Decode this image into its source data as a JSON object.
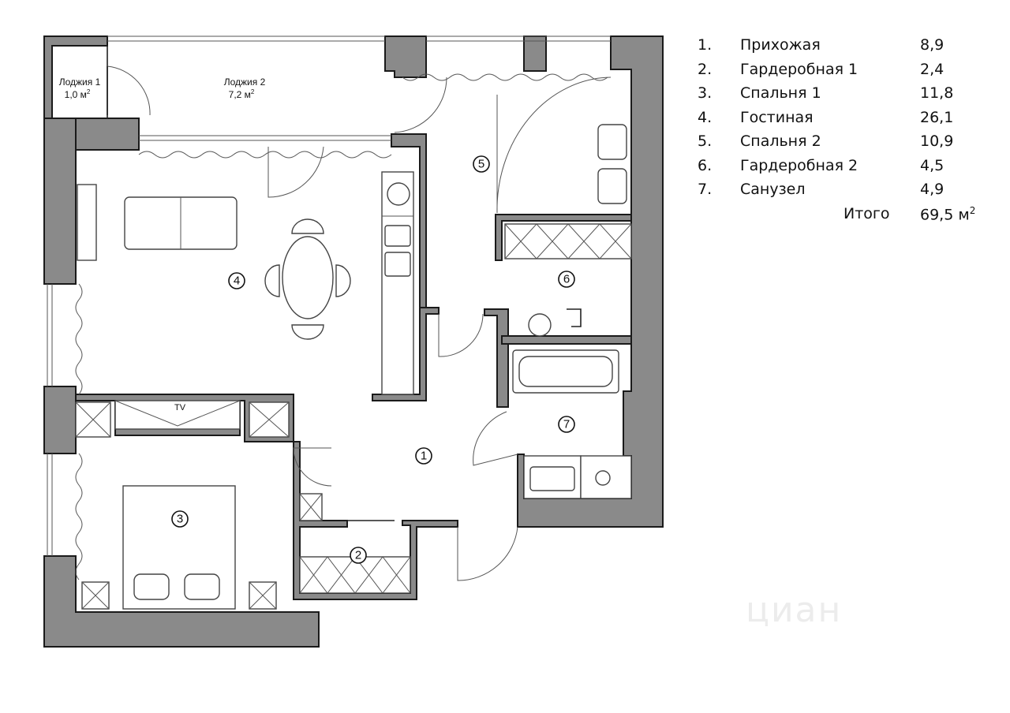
{
  "legend": {
    "rooms": [
      {
        "number": "1.",
        "name": "Прихожая",
        "area": "8,9"
      },
      {
        "number": "2.",
        "name": "Гардеробная 1",
        "area": "2,4"
      },
      {
        "number": "3.",
        "name": "Спальня 1",
        "area": "11,8"
      },
      {
        "number": "4.",
        "name": "Гостиная",
        "area": "26,1"
      },
      {
        "number": "5.",
        "name": "Спальня 2",
        "area": "10,9"
      },
      {
        "number": "6.",
        "name": "Гардеробная 2",
        "area": "4,5"
      },
      {
        "number": "7.",
        "name": "Санузел",
        "area": "4,9"
      }
    ],
    "total_label": "Итого",
    "total_value": "69,5 м",
    "total_unit_sup": "2"
  },
  "plan": {
    "loggia1": {
      "name": "Лоджия 1",
      "area": "1,0 м",
      "sup": "2"
    },
    "loggia2": {
      "name": "Лоджия 2",
      "area": "7,2 м",
      "sup": "2"
    },
    "tv_label": "TV",
    "room_markers": [
      "1",
      "2",
      "3",
      "4",
      "5",
      "6",
      "7"
    ]
  },
  "watermark": "циан",
  "colors": {
    "wall": "#8a8a8a",
    "line": "#222222"
  }
}
